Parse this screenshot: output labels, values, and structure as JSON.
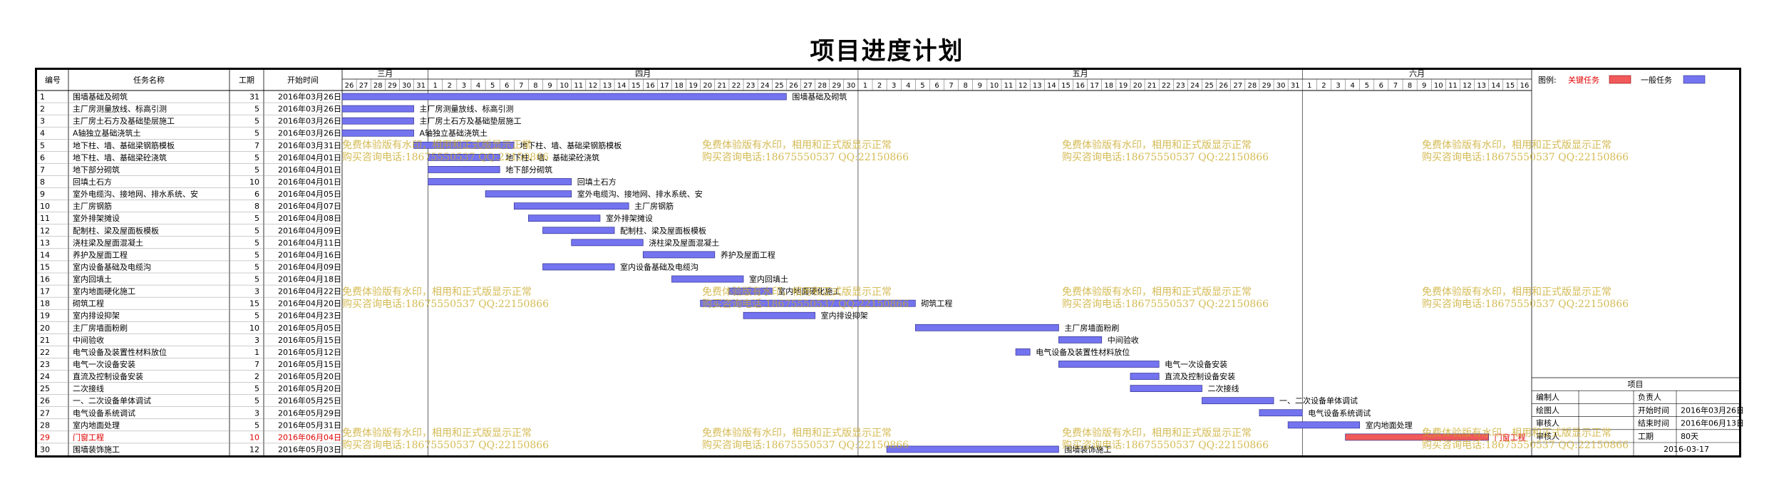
{
  "title": "项目进度计划",
  "headers": {
    "no": "编号",
    "name": "任务名称",
    "dur": "工期",
    "start": "开始时间"
  },
  "legend": {
    "label": "图例:",
    "critical": "关键任务",
    "normal": "一般任务"
  },
  "colors": {
    "critical": "#f05a5a",
    "normal": "#7474f0",
    "critical_text": "#e00000",
    "grid": "#999999",
    "watermark": "#c9a826"
  },
  "months": [
    {
      "label": "三月",
      "days": [
        "26",
        "27",
        "28",
        "29",
        "30",
        "31"
      ]
    },
    {
      "label": "四月",
      "days": [
        "1",
        "2",
        "3",
        "4",
        "5",
        "6",
        "7",
        "8",
        "9",
        "10",
        "11",
        "12",
        "13",
        "14",
        "15",
        "16",
        "17",
        "18",
        "19",
        "20",
        "21",
        "22",
        "23",
        "24",
        "25",
        "26",
        "27",
        "28",
        "29",
        "30"
      ]
    },
    {
      "label": "五月",
      "days": [
        "1",
        "2",
        "3",
        "4",
        "5",
        "6",
        "7",
        "8",
        "9",
        "10",
        "11",
        "12",
        "13",
        "14",
        "15",
        "16",
        "17",
        "18",
        "19",
        "20",
        "21",
        "22",
        "23",
        "24",
        "25",
        "26",
        "27",
        "28",
        "29",
        "30",
        "31"
      ]
    },
    {
      "label": "六月",
      "days": [
        "1",
        "2",
        "3",
        "4",
        "5",
        "6",
        "7",
        "8",
        "9",
        "10",
        "11",
        "12",
        "13",
        "14",
        "15",
        "16"
      ]
    }
  ],
  "watermark": {
    "line1": "免费体验版有水印，相用和正式版显示正常",
    "line2": "购买咨询电话:18675550537 QQ:22150866"
  },
  "info": {
    "project_label": "项目",
    "rows": [
      [
        "编制人",
        "",
        "负责人",
        ""
      ],
      [
        "绘图人",
        "",
        "开始时间",
        "2016年03月26日"
      ],
      [
        "审核人",
        "",
        "结束时间",
        "2016年06月13日"
      ],
      [
        "审核人",
        "",
        "工期",
        "80天"
      ],
      [
        "",
        "",
        "2016-03-17",
        ""
      ]
    ]
  },
  "chart_data": {
    "type": "gantt",
    "title": "项目进度计划",
    "x_range": [
      "2016-03-26",
      "2016-06-16"
    ],
    "tasks": [
      {
        "id": "1",
        "name": "围墙基础及砌筑",
        "duration": 31,
        "start": "2016年03月26日",
        "critical": false
      },
      {
        "id": "2",
        "name": "主厂房测量放线、标高引测",
        "duration": 5,
        "start": "2016年03月26日",
        "critical": false
      },
      {
        "id": "3",
        "name": "主厂房土石方及基础垫层施工",
        "duration": 5,
        "start": "2016年03月26日",
        "critical": false
      },
      {
        "id": "4",
        "name": "A轴独立基础浇筑土",
        "duration": 5,
        "start": "2016年03月26日",
        "critical": false
      },
      {
        "id": "5",
        "name": "地下柱、墙、基础梁钢筋模板",
        "duration": 7,
        "start": "2016年03月31日",
        "critical": false
      },
      {
        "id": "6",
        "name": "地下柱、墙、基础梁砼浇筑",
        "duration": 5,
        "start": "2016年04月01日",
        "critical": false
      },
      {
        "id": "7",
        "name": "地下部分砌筑",
        "duration": 5,
        "start": "2016年04月01日",
        "critical": false
      },
      {
        "id": "8",
        "name": "回填土石方",
        "duration": 10,
        "start": "2016年04月01日",
        "critical": false
      },
      {
        "id": "9",
        "name": "室外电缆沟、接地网、排水系统、安",
        "duration": 6,
        "start": "2016年04月05日",
        "critical": false
      },
      {
        "id": "10",
        "name": "主厂房钢筋",
        "duration": 8,
        "start": "2016年04月07日",
        "critical": false
      },
      {
        "id": "11",
        "name": "室外排架摊设",
        "duration": 5,
        "start": "2016年04月08日",
        "critical": false
      },
      {
        "id": "12",
        "name": "配制柱、梁及屋面板模板",
        "duration": 5,
        "start": "2016年04月09日",
        "critical": false
      },
      {
        "id": "13",
        "name": "浇柱梁及屋面混凝土",
        "duration": 5,
        "start": "2016年04月11日",
        "critical": false
      },
      {
        "id": "14",
        "name": "养护及屋面工程",
        "duration": 5,
        "start": "2016年04月16日",
        "critical": false
      },
      {
        "id": "15",
        "name": "室内设备基础及电缆沟",
        "duration": 5,
        "start": "2016年04月09日",
        "critical": false
      },
      {
        "id": "16",
        "name": "室内回填土",
        "duration": 5,
        "start": "2016年04月18日",
        "critical": false
      },
      {
        "id": "17",
        "name": "室内地面硬化施工",
        "duration": 3,
        "start": "2016年04月22日",
        "critical": false
      },
      {
        "id": "18",
        "name": "砌筑工程",
        "duration": 15,
        "start": "2016年04月20日",
        "critical": false
      },
      {
        "id": "19",
        "name": "室内排设抑架",
        "duration": 5,
        "start": "2016年04月23日",
        "critical": false
      },
      {
        "id": "20",
        "name": "主厂房墙面粉刷",
        "duration": 10,
        "start": "2016年05月05日",
        "critical": false
      },
      {
        "id": "21",
        "name": "中间验收",
        "duration": 3,
        "start": "2016年05月15日",
        "critical": false
      },
      {
        "id": "22",
        "name": "电气设备及装置性材料放位",
        "duration": 1,
        "start": "2016年05月12日",
        "critical": false
      },
      {
        "id": "23",
        "name": "电气一次设备安装",
        "duration": 7,
        "start": "2016年05月15日",
        "critical": false
      },
      {
        "id": "24",
        "name": "直流及控制设备安装",
        "duration": 2,
        "start": "2016年05月20日",
        "critical": false
      },
      {
        "id": "25",
        "name": "二次接线",
        "duration": 5,
        "start": "2016年05月20日",
        "critical": false
      },
      {
        "id": "26",
        "name": "一、二次设备单体调试",
        "duration": 5,
        "start": "2016年05月25日",
        "critical": false
      },
      {
        "id": "27",
        "name": "电气设备系统调试",
        "duration": 3,
        "start": "2016年05月29日",
        "critical": false
      },
      {
        "id": "28",
        "name": "室内地面处理",
        "duration": 5,
        "start": "2016年05月31日",
        "critical": false
      },
      {
        "id": "29",
        "name": "门窗工程",
        "duration": 10,
        "start": "2016年06月04日",
        "critical": true
      },
      {
        "id": "30",
        "name": "围墙装饰施工",
        "duration": 12,
        "start": "2016年05月03日",
        "critical": false
      }
    ]
  }
}
